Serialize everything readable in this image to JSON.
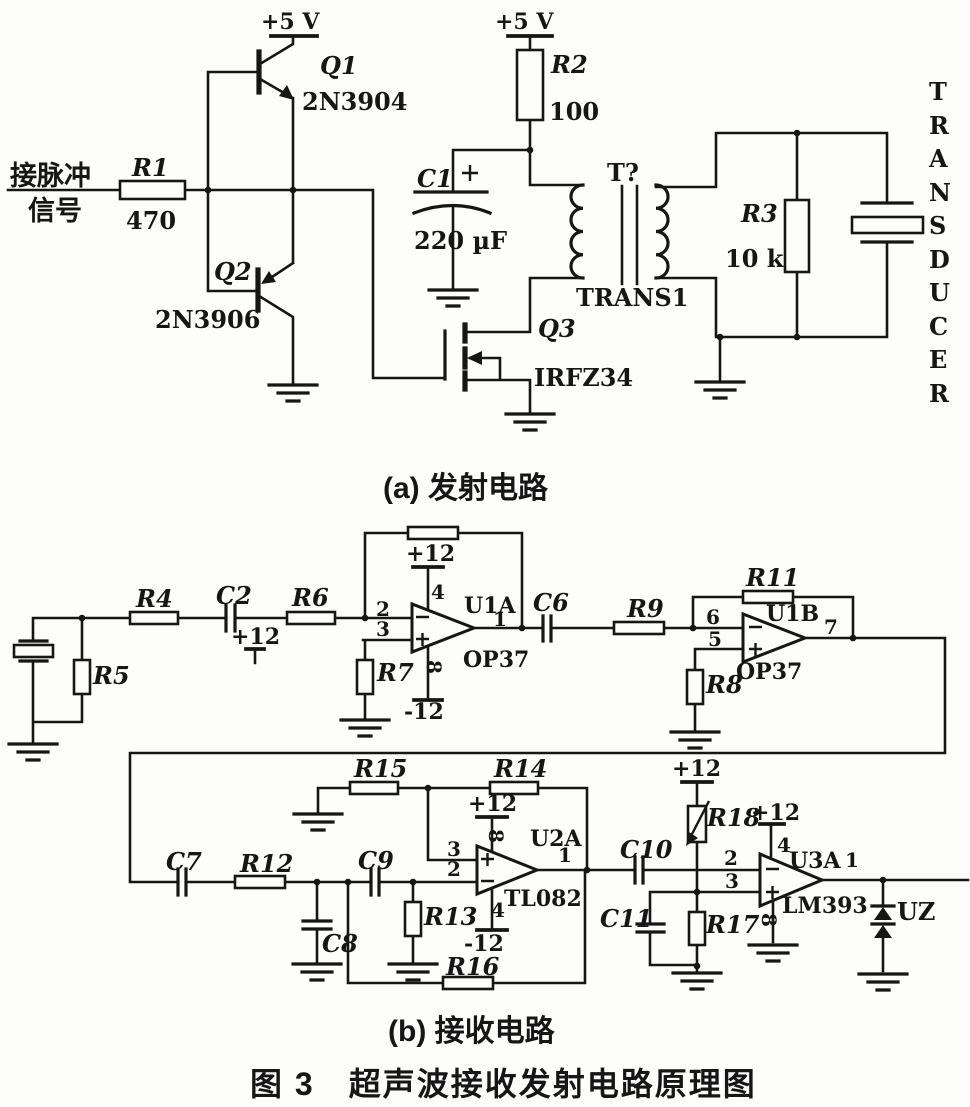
{
  "captions": {
    "a": "(a) 发射电路",
    "b": "(b) 接收电路",
    "main": "图 3　超声波接收发射电路原理图"
  },
  "a": {
    "in1": "接脉冲",
    "in2": "信号",
    "vcc_q": "+5 V",
    "vcc_r": "+5 V",
    "r1": "R1",
    "r1v": "470",
    "q1": "Q1",
    "q1v": "2N3904",
    "q2": "Q2",
    "q2v": "2N3906",
    "q3": "Q3",
    "q3v": "IRFZ34",
    "r2": "R2",
    "r2v": "100",
    "c1": "C1",
    "c1v": "220 µF",
    "t": "T?",
    "tv": "TRANS1",
    "r3": "R3",
    "r3v": "10 k",
    "xd": [
      "T",
      "R",
      "A",
      "N",
      "S",
      "D",
      "U",
      "C",
      "E",
      "R"
    ]
  },
  "b": {
    "r4": "R4",
    "r5": "R5",
    "r6": "R6",
    "r7": "R7",
    "r8": "R8",
    "r9": "R9",
    "r11": "R11",
    "r12": "R12",
    "r13": "R13",
    "r14": "R14",
    "r15": "R15",
    "r16": "R16",
    "r17": "R17",
    "r18": "R18",
    "c2": "C2",
    "c6": "C6",
    "c7": "C7",
    "c8": "C8",
    "c9": "C9",
    "c10": "C10",
    "c11": "C11",
    "uz": "UZ",
    "bias": "+12",
    "vref": "+12",
    "u1a": "U1A",
    "u1a_part": "OP37",
    "u1a_vp": "+12",
    "u1a_vn": "-12",
    "u1b": "U1B",
    "u1b_part": "OP37",
    "u2a": "U2A",
    "u2a_part": "TL082",
    "u2a_vp": "+12",
    "u2a_vn": "-12",
    "u3a": "U3A",
    "u3a_part": "LM393",
    "u3a_vp": "+12",
    "p1": "1",
    "p2": "2",
    "p3": "3",
    "p4": "4",
    "p5": "5",
    "p6": "6",
    "p7": "7",
    "p8": "8"
  }
}
